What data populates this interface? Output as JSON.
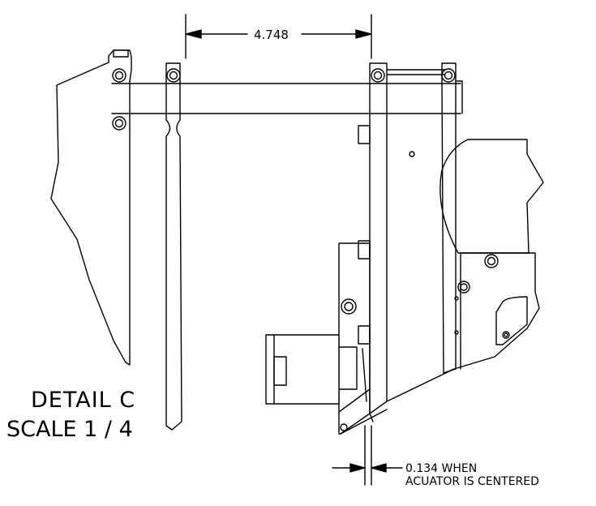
{
  "detail": {
    "title": "DETAIL  C",
    "scale": "SCALE 1 / 4"
  },
  "dimensions": {
    "top_width": "4.748",
    "offset_line1": "0.134 WHEN",
    "offset_line2": "ACUATOR IS CENTERED"
  }
}
